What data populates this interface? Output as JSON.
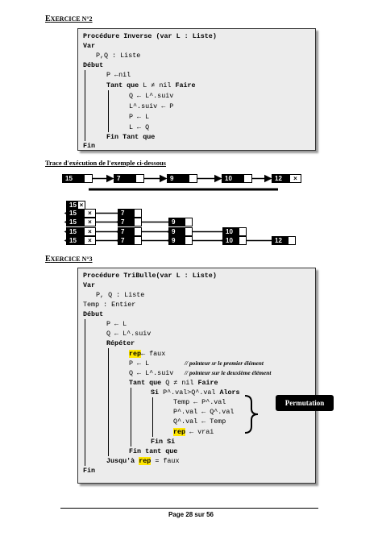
{
  "ex2": {
    "heading_prefix": "E",
    "heading_rest": "XERCICE N°2",
    "lines": {
      "l1": "Procédure Inverse (var L : Liste)",
      "l2": "Var",
      "l3": "P,Q : Liste",
      "l4": "Début",
      "l5": "P ←nil",
      "l6a": "Tant que",
      "l6b": " L ≠ nil ",
      "l6c": "Faire",
      "l7": "Q ← L^.suiv",
      "l8": "L^.suiv ← P",
      "l9": "P ← L",
      "l10": "L ← Q",
      "l11": "Fin Tant que",
      "l12": "Fin"
    }
  },
  "trace": {
    "title": "Trace d'exécution de l'exemple ci-dessous",
    "initial_list": [
      "15",
      "7",
      "9",
      "10",
      "12"
    ],
    "nil_symbol": "×",
    "steps": [
      [
        "15"
      ],
      [
        "7",
        "15"
      ],
      [
        "9",
        "7",
        "15"
      ],
      [
        "10",
        "9",
        "7",
        "15"
      ],
      [
        "12",
        "10",
        "9",
        "7",
        "15"
      ]
    ]
  },
  "ex3": {
    "heading_prefix": "E",
    "heading_rest": "XERCICE N°3",
    "lines": {
      "l1": "Procédure TriBulle(var L : Liste)",
      "l2": "Var",
      "l3": "P, Q : Liste",
      "l4": "Temp : Entier",
      "l5": "Début",
      "l6": "P ← L",
      "l7": "Q ← L^.suiv",
      "l8": "Répéter",
      "l9a": "rep",
      "l9b": "← faux",
      "l10a": "P ← L",
      "l10b": "// pointeur sr le premier élément",
      "l11a": "Q ← L^.suiv",
      "l11b": "// pointeur sur le deuxième élément",
      "l12a": "Tant que",
      "l12b": " Q ≠ nil ",
      "l12c": "Faire",
      "l13a": "Si",
      "l13b": " P^.val>Q^.val ",
      "l13c": "Alors",
      "l14": "Temp ← P^.val",
      "l15": "P^.val ← Q^.val",
      "l16": "Q^.val ← Temp",
      "l17a": "rep",
      "l17b": " ← vrai",
      "l18": "Fin Si",
      "l19": "Fin tant que",
      "l20a": "Jusqu'à",
      "l20b": "rep",
      "l20c": " = faux",
      "l21": "Fin"
    },
    "permutation_label": "Permutation"
  },
  "footer": {
    "page": "Page 28 sur 56"
  }
}
